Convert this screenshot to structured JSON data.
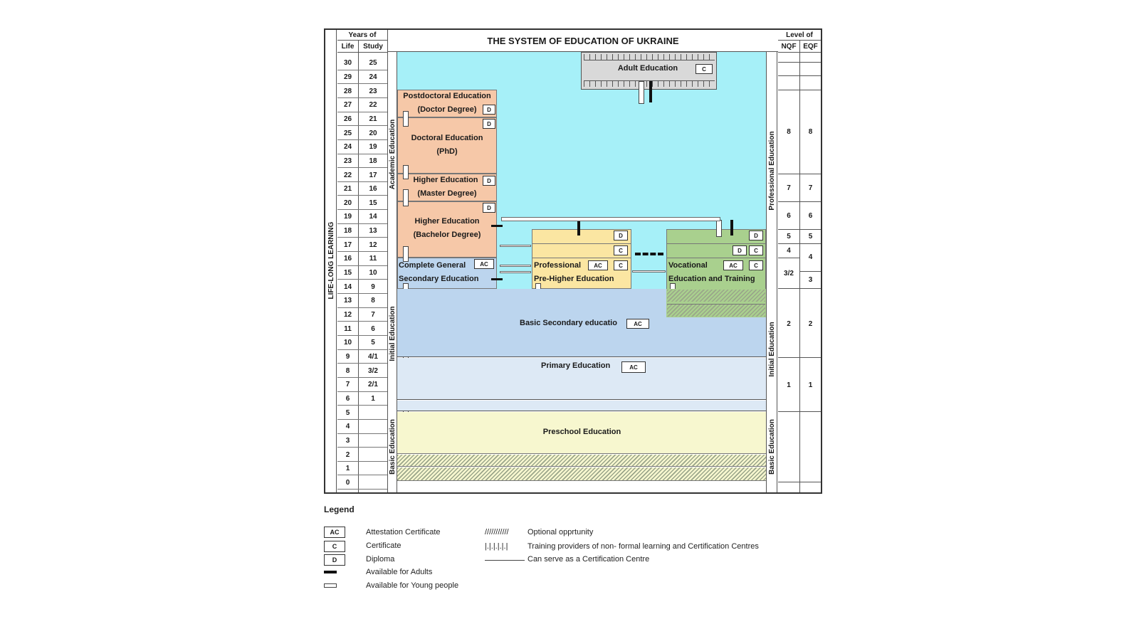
{
  "title": "THE SYSTEM OF EDUCATION OF UKRAINE",
  "years_header": {
    "label": "Years of",
    "life": "Life",
    "study": "Study"
  },
  "level_header": {
    "label": "Level of",
    "nqf": "NQF",
    "eqf": "EQF"
  },
  "lifelong": "LIFE-LONG LEARNING",
  "rows": [
    {
      "life": "30",
      "study": "25"
    },
    {
      "life": "29",
      "study": "24"
    },
    {
      "life": "28",
      "study": "23"
    },
    {
      "life": "27",
      "study": "22"
    },
    {
      "life": "26",
      "study": "21"
    },
    {
      "life": "25",
      "study": "20"
    },
    {
      "life": "24",
      "study": "19"
    },
    {
      "life": "23",
      "study": "18"
    },
    {
      "life": "22",
      "study": "17"
    },
    {
      "life": "21",
      "study": "16"
    },
    {
      "life": "20",
      "study": "15"
    },
    {
      "life": "19",
      "study": "14"
    },
    {
      "life": "18",
      "study": "13"
    },
    {
      "life": "17",
      "study": "12"
    },
    {
      "life": "16",
      "study": "11"
    },
    {
      "life": "15",
      "study": "10"
    },
    {
      "life": "14",
      "study": "9"
    },
    {
      "life": "13",
      "study": "8"
    },
    {
      "life": "12",
      "study": "7"
    },
    {
      "life": "11",
      "study": "6"
    },
    {
      "life": "10",
      "study": "5"
    },
    {
      "life": "9",
      "study": "4/1"
    },
    {
      "life": "8",
      "study": "3/2"
    },
    {
      "life": "7",
      "study": "2/1"
    },
    {
      "life": "6",
      "study": "1"
    },
    {
      "life": "5",
      "study": ""
    },
    {
      "life": "4",
      "study": ""
    },
    {
      "life": "3",
      "study": ""
    },
    {
      "life": "2",
      "study": ""
    },
    {
      "life": "1",
      "study": ""
    },
    {
      "life": "0",
      "study": ""
    }
  ],
  "side_labels": {
    "academic": "Academic Education",
    "initial_left": "Initial Education",
    "basic_left": "Basic Education",
    "professional": "Professional Education",
    "initial_right": "Initial Education",
    "basic_right": "Basic Education"
  },
  "levels": [
    {
      "nqf": "8",
      "eqf": "8"
    },
    {
      "nqf": "7",
      "eqf": "7"
    },
    {
      "nqf": "6",
      "eqf": "6"
    },
    {
      "nqf": "5",
      "eqf": "5"
    },
    {
      "nqf": "4",
      "eqf": "4"
    },
    {
      "nqf": "3/2",
      "eqf": "3"
    },
    {
      "nqf": "2",
      "eqf": "2"
    },
    {
      "nqf": "1",
      "eqf": "1"
    }
  ],
  "blocks": {
    "adult": "Adult  Education",
    "postdoc_1": "Postdoctoral Education",
    "postdoc_2": "(Doctor Degree)",
    "doctoral_1": "Doctoral Education",
    "doctoral_2": "(PhD)",
    "master_1": "Higher Education",
    "master_2": "(Master Degree)",
    "bachelor_1": "Higher Education",
    "bachelor_2": "(Bachelor Degree)",
    "complete_1": "Complete General",
    "complete_2": "Secondary Education",
    "prof_1": "Professional",
    "prof_2": "Pre-Higher Education",
    "voc_1": "Vocational",
    "voc_2": "Education and Training",
    "basic_sec": "Basic Secondary educatio",
    "primary": "Primary Education",
    "preschool": "Preschool Education"
  },
  "badges": {
    "ac": "AC",
    "c": "C",
    "d": "D"
  },
  "legend": {
    "title": "Legend",
    "ac": "Attestation Certificate",
    "c": "Certificate",
    "d": "Diploma",
    "adults": "Available for Adults",
    "young": "Available for Young people",
    "optional_sym": "///////////",
    "optional": "Optional opprtunity",
    "providers_sym": "|.|.|.|.|.|",
    "providers": "Training providers of non- formal learning and  Certification Centres",
    "cert_centre": "Can serve as a Certification  Centre"
  },
  "colors": {
    "sky": "#a6f0f8",
    "academic": "#f6c8a8",
    "blue_light": "#bcd5ee",
    "primary": "#dde9f5",
    "preschool": "#f7f7cf",
    "professional": "#fbe6a2",
    "vocational": "#a9d08e",
    "adult": "#d9d9d9"
  }
}
